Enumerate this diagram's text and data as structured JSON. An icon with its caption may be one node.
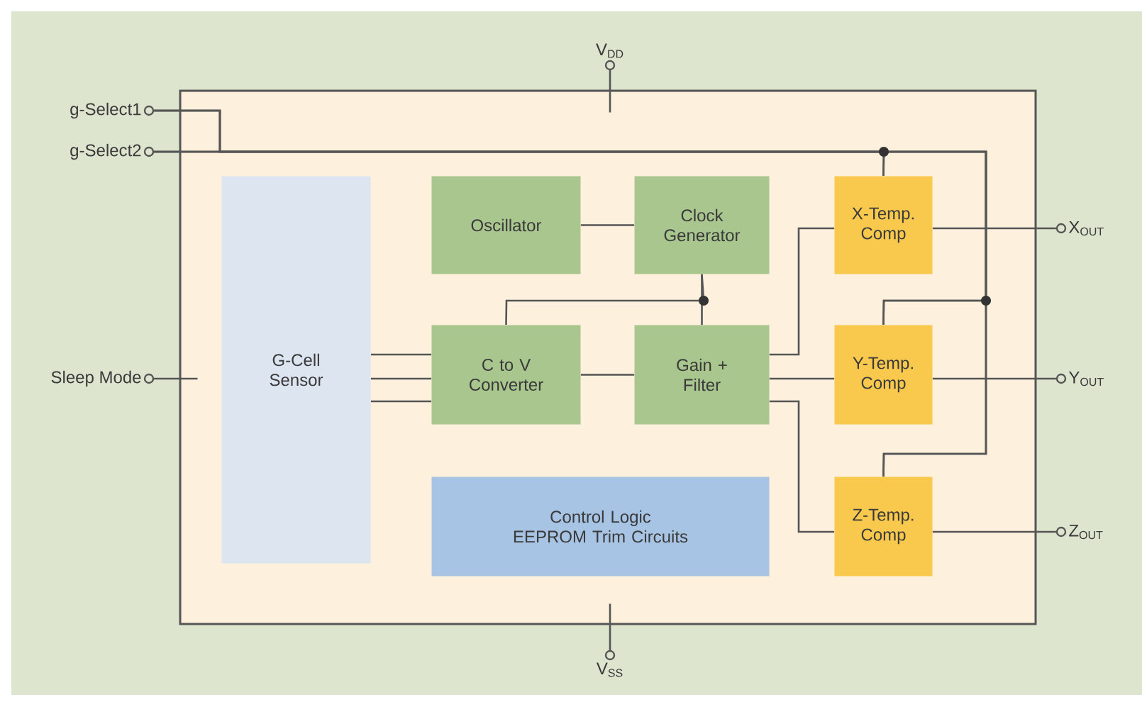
{
  "diagram": {
    "nodes": [
      {
        "text": [],
        "shape": "box"
      },
      {
        "text": [
          "G-Cell Sensor"
        ],
        "in": 0
      },
      {
        "text": [
          "Oscillator"
        ],
        "in": 0
      },
      {
        "text": [
          "Clock Generator"
        ],
        "in": 0
      },
      {
        "text": [
          "C to V Converter"
        ],
        "in": 0
      },
      {
        "text": [
          "Gain + Filter"
        ],
        "in": 0
      },
      {
        "text": [
          "Control Logic EEPROM Trim Circuits"
        ],
        "in": 0
      },
      {
        "text": [
          "X-Temp. Comp"
        ],
        "in": 0
      },
      {
        "text": [
          "Y-Temp. Comp"
        ],
        "in": 0
      },
      {
        "text": [
          "Z-Temp. Comp"
        ],
        "in": 0
      },
      {
        "text": [
          "g-Select1"
        ]
      },
      {
        "text": [
          "g-Select2"
        ]
      },
      {
        "text": [
          "Sleep Mode"
        ]
      },
      {
        "text": [
          "V$_{DD}$"
        ]
      },
      {
        "text": [
          "V$_{SS}$"
        ]
      },
      {
        "text": [
          "X$_{OUT}$"
        ]
      },
      {
        "text": [
          "Y$_{OUT}$"
        ]
      },
      {
        "text": [
          "Z$_{OUT}$"
        ]
      }
    ],
    "edges": [
      {
        "from": 10,
        "to": 7,
        "arrow": "none"
      },
      {
        "from": 10,
        "to": 8,
        "arrow": "none"
      },
      {
        "from": 10,
        "to": 9,
        "arrow": "none"
      },
      {
        "from": 11,
        "to": 7,
        "arrow": "none"
      },
      {
        "from": 11,
        "to": 8,
        "arrow": "none"
      },
      {
        "from": 11,
        "to": 9,
        "arrow": "none"
      },
      {
        "from": 12,
        "to": 0,
        "arrow": "none"
      },
      {
        "from": 13,
        "to": 0,
        "arrow": "none"
      },
      {
        "from": 14,
        "to": 0,
        "arrow": "none"
      },
      {
        "from": 2,
        "to": 3,
        "arrow": "none"
      },
      {
        "from": 3,
        "to": 4,
        "arrow": "none"
      },
      {
        "from": 3,
        "to": 5,
        "arrow": "none"
      },
      {
        "from": 1,
        "to": 4,
        "arrow": "none"
      },
      {
        "from": 1,
        "to": 4,
        "arrow": "none"
      },
      {
        "from": 1,
        "to": 4,
        "arrow": "none"
      },
      {
        "from": 4,
        "to": 5,
        "arrow": "none"
      },
      {
        "from": 5,
        "to": 7,
        "arrow": "none"
      },
      {
        "from": 5,
        "to": 8,
        "arrow": "none"
      },
      {
        "from": 5,
        "to": 9,
        "arrow": "none"
      },
      {
        "from": 7,
        "to": 15,
        "arrow": "none"
      },
      {
        "from": 8,
        "to": 16,
        "arrow": "none"
      },
      {
        "from": 9,
        "to": 17,
        "arrow": "none"
      }
    ]
  }
}
